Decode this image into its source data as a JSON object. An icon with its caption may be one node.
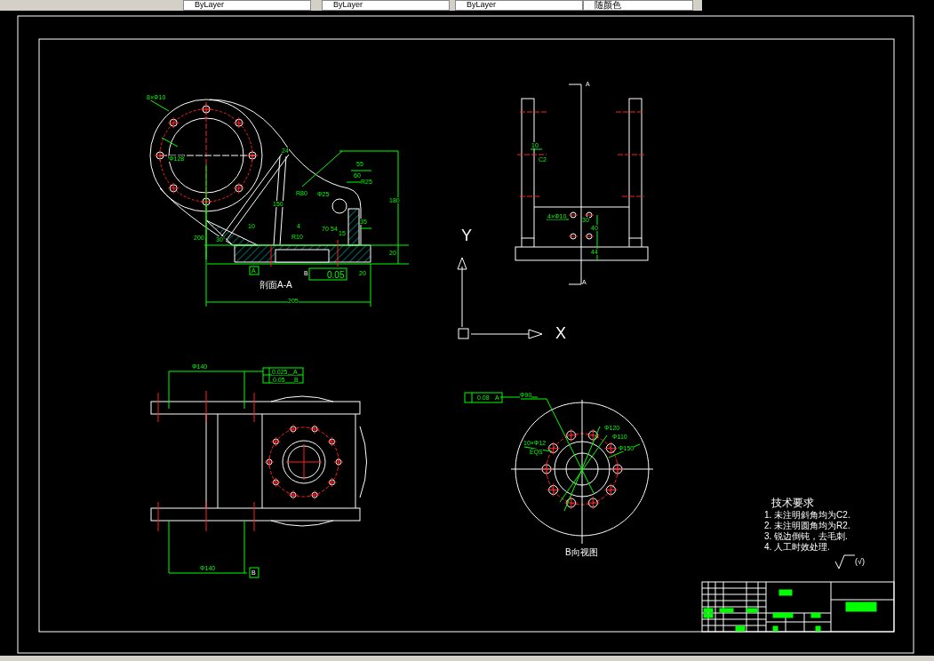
{
  "diagram": {
    "labels": [
      "ByLayer",
      "ByLayer",
      "ByLayer",
      "随颜色",
      "8×Φ10",
      "Φ128",
      "24",
      "R80",
      "55",
      "60",
      "R25",
      "Φ25",
      "180",
      "35",
      "15",
      "70",
      "54",
      "20",
      "200",
      "30°",
      "10",
      "4",
      "R10",
      "20",
      "A",
      "B",
      "0.05",
      "剖面A-A",
      "205",
      "150",
      "A",
      "A",
      "10",
      "C2",
      "4×Φ10",
      "30",
      "40",
      "44",
      "Y",
      "X",
      "Φ140",
      "0.025",
      "A",
      "0.05",
      "B",
      "Φ140",
      "B",
      "0.08",
      "A",
      "Φ90",
      "Φ120",
      "Φ110",
      "Φ150",
      "10×Φ12",
      "EQS",
      "B向视图",
      "技术要求",
      "1. 未注明斜角均为C2.",
      "2. 未注明圆角均为R2.",
      "3. 锐边倒钝，去毛刺.",
      "4. 人工时效处理.",
      "(√)"
    ]
  }
}
